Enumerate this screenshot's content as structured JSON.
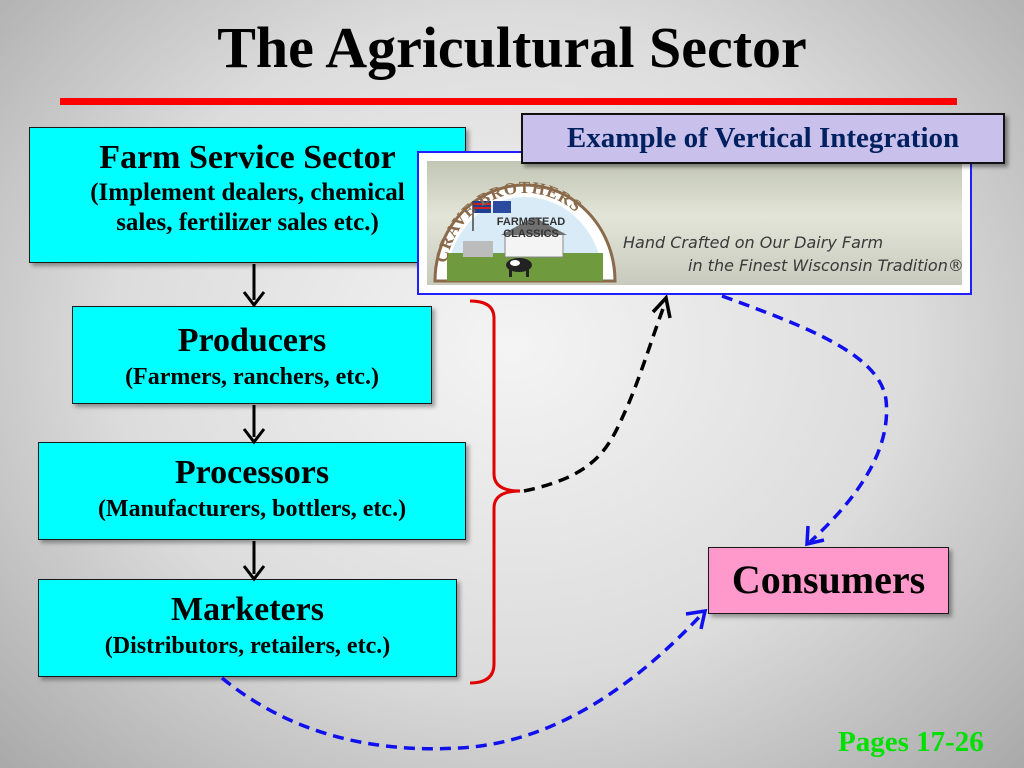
{
  "title": "The Agricultural Sector",
  "sectors": {
    "farm_service": {
      "heading": "Farm Service Sector",
      "line1": "(Implement dealers, chemical",
      "line2": "sales, fertilizer sales etc.)"
    },
    "producers": {
      "heading": "Producers",
      "detail": "(Farmers, ranchers, etc.)"
    },
    "processors": {
      "heading": "Processors",
      "detail": "(Manufacturers, bottlers, etc.)"
    },
    "marketers": {
      "heading": "Marketers",
      "detail": "(Distributors, retailers, etc.)"
    }
  },
  "example": {
    "label": "Example of Vertical Integration",
    "logo": {
      "arc_text": "CRAVE BROTHERS",
      "inner_line1": "FARMSTEAD",
      "inner_line2": "CLASSICS",
      "tagline1": "Hand Crafted on Our Dairy Farm",
      "tagline2": "in the Finest Wisconsin Tradition®"
    }
  },
  "consumers": "Consumers",
  "pages": "Pages 17-26",
  "colors": {
    "title_rule": "#ff0000",
    "sector_box": "#00ffff",
    "example_label_bg": "#c9c0ec",
    "example_label_text": "#002060",
    "logo_border": "#2020ff",
    "consumers_box": "#ff99cc",
    "bracket": "#e00000",
    "dashed_black": "#000000",
    "dashed_blue": "#1010ee",
    "pages_text": "#00e000"
  },
  "icons": [
    "down-arrow-icon",
    "curly-brace-icon",
    "farm-logo-icon",
    "dashed-arrow-icon"
  ]
}
